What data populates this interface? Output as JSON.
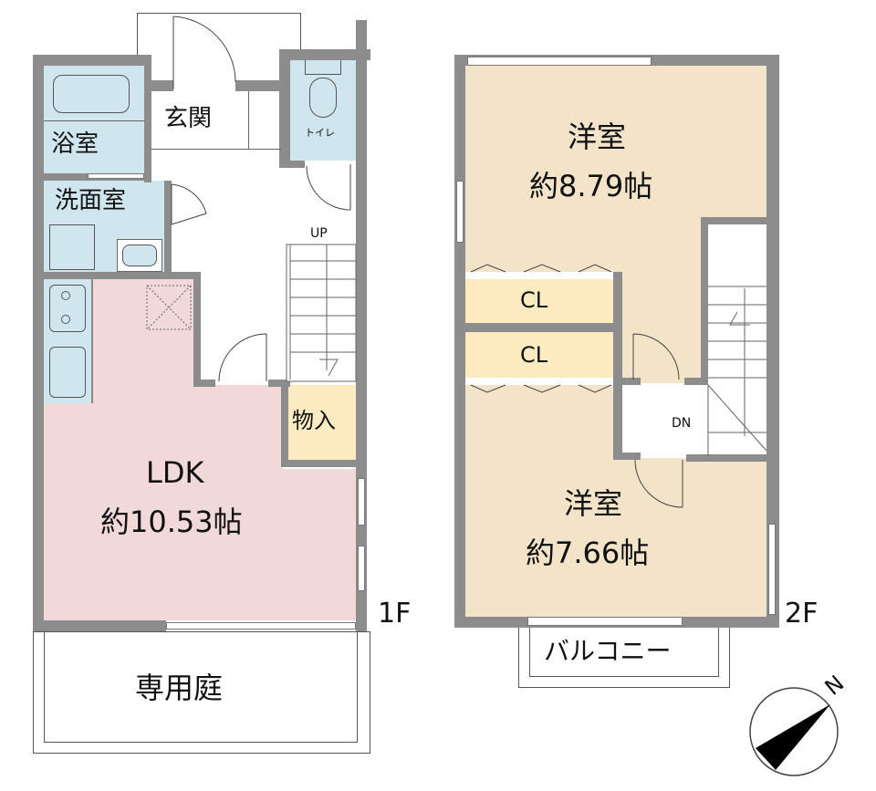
{
  "floor1": {
    "label": "1F",
    "rooms": {
      "bath": "浴室",
      "washroom": "洗面室",
      "entrance": "玄関",
      "toilet": "トイレ",
      "storage": "物入",
      "ldk_name": "LDK",
      "ldk_size": "約10.53帖",
      "garden": "専用庭"
    },
    "stairs_label": "UP"
  },
  "floor2": {
    "label": "2F",
    "rooms": {
      "room1_name": "洋室",
      "room1_size": "約8.79帖",
      "closet1": "CL",
      "closet2": "CL",
      "room2_name": "洋室",
      "room2_size": "約7.66帖",
      "balcony": "バルコニー"
    },
    "stairs_label": "DN"
  },
  "compass": {
    "label": "N"
  },
  "colors": {
    "wall": "#8c8c8c",
    "wet_area": "#cfe6ee",
    "ldk": "#f1d9d9",
    "storage": "#fcebc0",
    "western_room": "#f3e4c9"
  }
}
